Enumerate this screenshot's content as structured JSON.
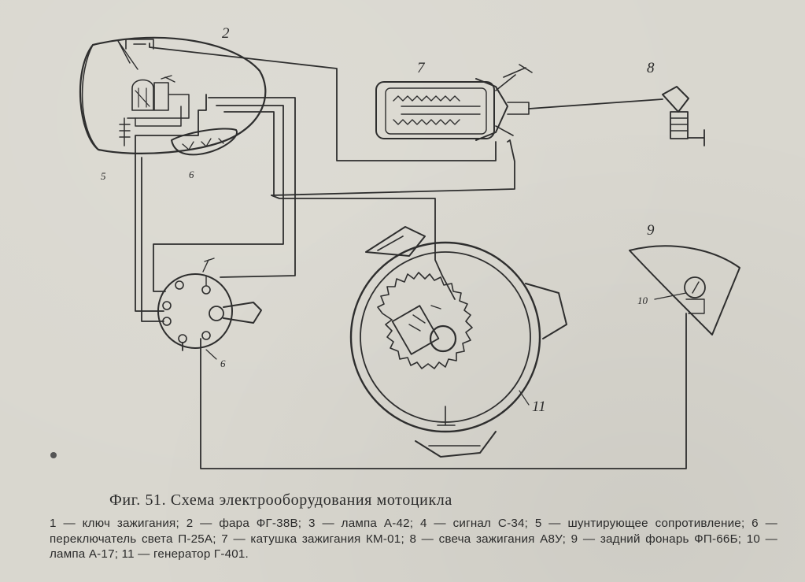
{
  "figure": {
    "title": "Фиг. 51. Схема электрооборудования мотоцикла",
    "legend": "1 — ключ зажигания; 2 — фара ФГ-38В; 3 — лампа А-42; 4 — сигнал С-34; 5 — шунтирующее сопротивление; 6 — переключатель света П-25А; 7 — катушка зажигания КМ-01; 8 — свеча зажигания А8У; 9 — задний фонарь ФП-66Б; 10 — лампа А-17; 11 — генератор Г-401.",
    "labels": {
      "headlight": "2",
      "coil": "7",
      "spark_plug": "8",
      "tail_lamp": "9",
      "lamp": "10",
      "generator": "11",
      "switch": "6",
      "shunt": "5",
      "signal": "6"
    }
  },
  "colors": {
    "paper": "#d9d7cf",
    "ink": "#2e2e2e"
  }
}
